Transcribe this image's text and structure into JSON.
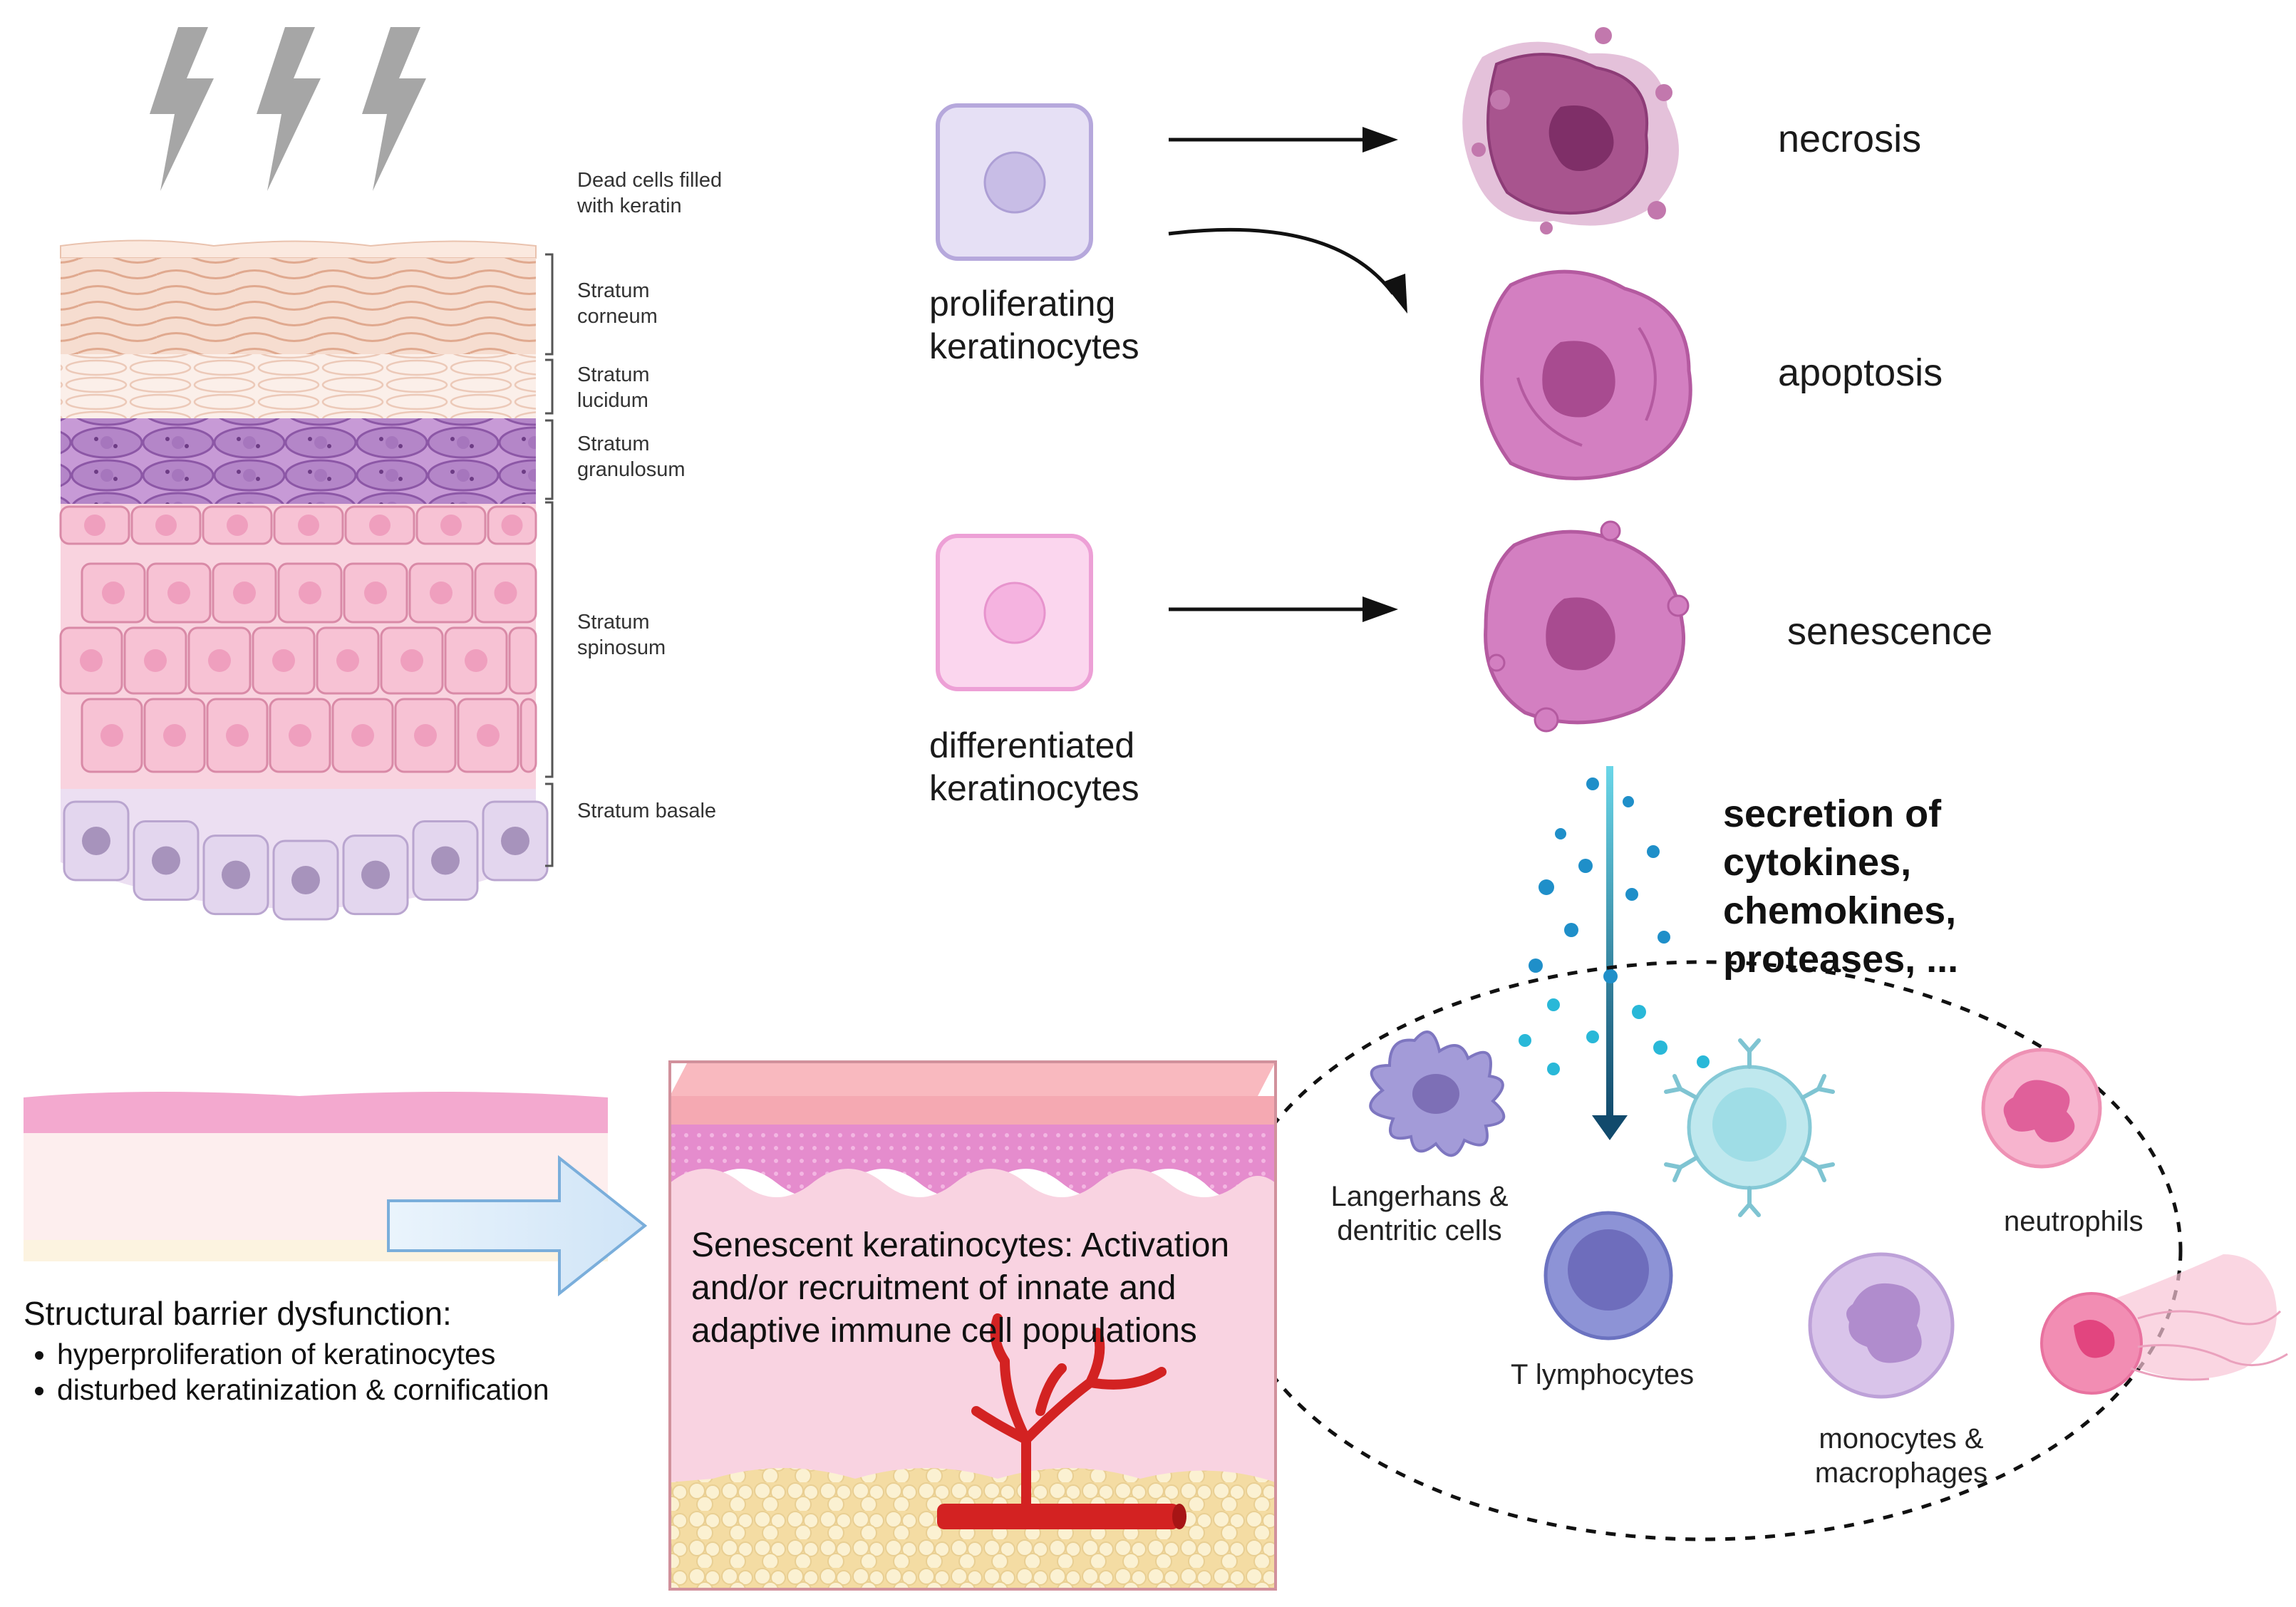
{
  "epidermis": {
    "dead_cells_label": "Dead cells filled with keratin",
    "corneum_label": "Stratum corneum",
    "lucidum_label": "Stratum lucidum",
    "granulosum_label": "Stratum granulosum",
    "spinosum_label": "Stratum spinosum",
    "basale_label": "Stratum basale"
  },
  "keratinocytes": {
    "proliferating_label": "proliferating keratinocytes",
    "differentiated_label": "differentiated keratinocytes"
  },
  "cell_fates": {
    "necrosis_label": "necrosis",
    "apoptosis_label": "apoptosis",
    "senescence_label": "senescence"
  },
  "secretion": {
    "line1": "secretion of",
    "line2": "cytokines,",
    "line3": "chemokines,",
    "line4": "proteases, ..."
  },
  "barrier": {
    "title": "Structural barrier dysfunction:",
    "bullets": [
      "hyperproliferation of keratinocytes",
      "disturbed keratinization & cornification"
    ]
  },
  "senescent_box": {
    "text": "Senescent keratinocytes: Activation and/or recruitment of innate and adaptive immune cell populations"
  },
  "immune_cells": {
    "langerhans_label": "Langerhans & dentritic cells",
    "t_lymphocytes_label": "T lymphocytes",
    "neutrophils_label": "neutrophils",
    "monocytes_label": "monocytes & macrophages"
  },
  "colors": {
    "lightning": "#a6a6a6",
    "corneum": "#e8b9a2",
    "granulosum": "#b98fc9",
    "spinosum": "#f6c4d4",
    "basale": "#e3d6ee",
    "cell_purple": "#c56bb7",
    "arrow": "#111111",
    "cytokine_blue": "#1f8fc9",
    "vessel": "#d32222"
  }
}
